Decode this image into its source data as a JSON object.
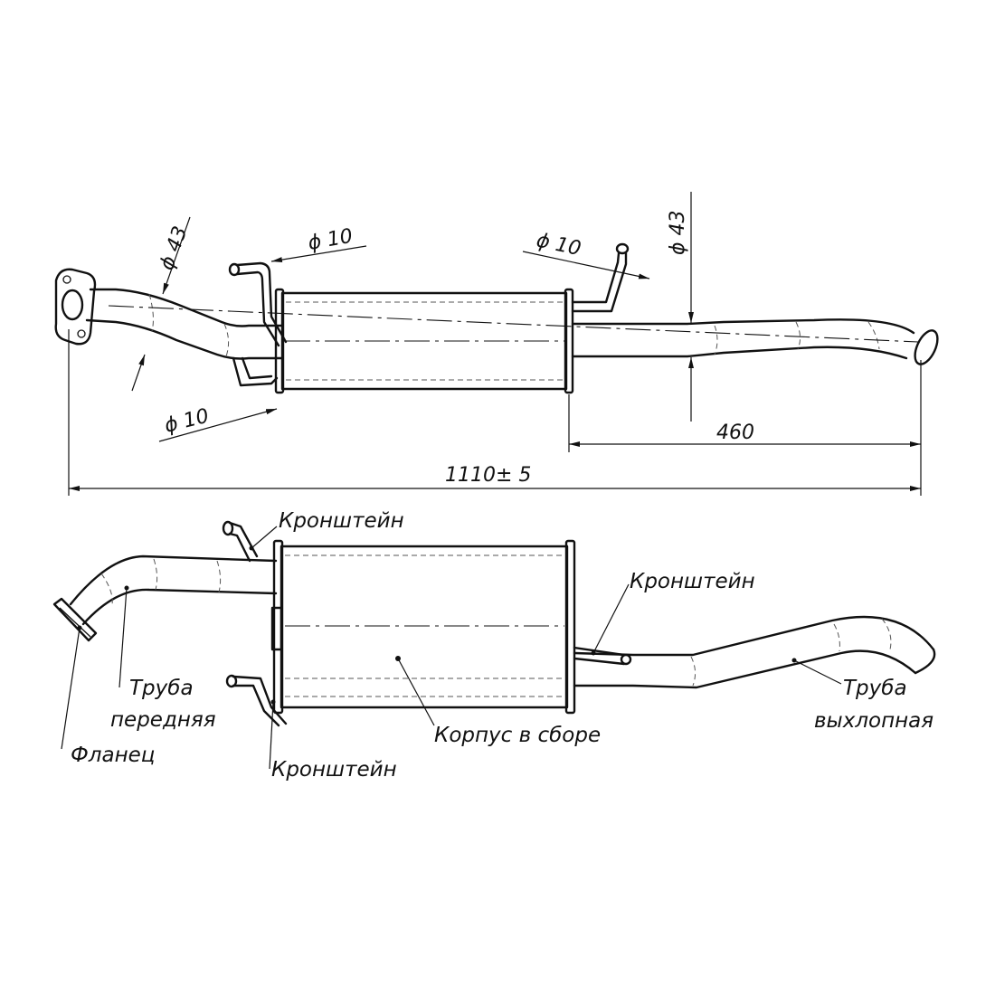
{
  "dimensions": {
    "dia_inlet": "ϕ 43",
    "dia_bracket_top_left": "ϕ 10",
    "dia_bracket_top_right": "ϕ 10",
    "dia_bracket_bottom_left": "ϕ 10",
    "dia_outlet": "ϕ 43",
    "tail_length": "460",
    "overall_length": "1110± 5"
  },
  "labels": {
    "bracket_top": "Кронштейн",
    "bracket_right": "Кронштейн",
    "bracket_bottom": "Кронштейн",
    "front_pipe_line1": "Труба",
    "front_pipe_line2": "передняя",
    "flange": "Фланец",
    "body": "Корпус в сборе",
    "exhaust_pipe_line1": "Труба",
    "exhaust_pipe_line2": "выхлопная"
  }
}
